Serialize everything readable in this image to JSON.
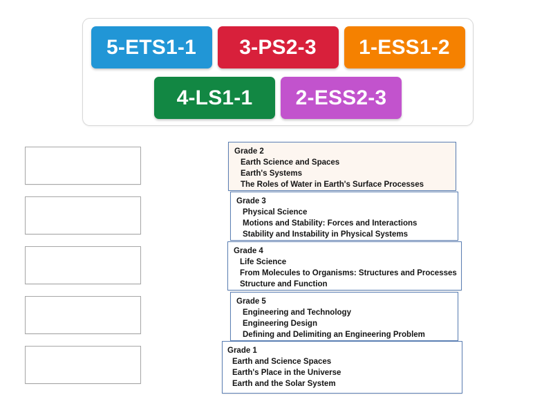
{
  "activity": {
    "type": "match-up-drag-and-drop",
    "title": "NGSS Standards Match Up"
  },
  "tray": {
    "rows": [
      [
        {
          "label": "5-ETS1-1",
          "color": "#2196d6"
        },
        {
          "label": "3-PS2-3",
          "color": "#d8203b"
        },
        {
          "label": "1-ESS1-2",
          "color": "#f58100"
        }
      ],
      [
        {
          "label": "4-LS1-1",
          "color": "#128743"
        },
        {
          "label": "2-ESS2-3",
          "color": "#c253cd"
        }
      ]
    ]
  },
  "drop_zones": [
    {
      "label": "",
      "index": 1
    },
    {
      "label": "",
      "index": 2
    },
    {
      "label": "",
      "index": 3
    },
    {
      "label": "",
      "index": 4
    },
    {
      "label": "",
      "index": 5
    }
  ],
  "answers": [
    {
      "title": "Grade 2",
      "lines": [
        "Earth Science and Spaces",
        "Earth's Systems",
        "The Roles of Water in Earth's Surface Processes"
      ]
    },
    {
      "title": "Grade 3",
      "lines": [
        "Physical Science",
        "Motions and Stability: Forces and Interactions",
        "Stability and Instability in Physical Systems"
      ]
    },
    {
      "title": "Grade 4",
      "lines": [
        "Life Science",
        "From Molecules to Organisms: Structures and Processes",
        "Structure and Function"
      ]
    },
    {
      "title": "Grade 5",
      "lines": [
        "Engineering and Technology",
        "Engineering Design",
        "Defining and Delimiting an Engineering Problem"
      ]
    },
    {
      "title": "Grade 1",
      "lines": [
        "Earth and Science Spaces",
        "Earth's Place in the Universe",
        "Earth and the Solar System"
      ]
    }
  ],
  "colors": {
    "tile_blue": "#2196d6",
    "tile_red": "#d8203b",
    "tile_orange": "#f58100",
    "tile_green": "#128743",
    "tile_purple": "#c253cd",
    "answer_border": "#5b7fb4",
    "dropzone_border": "#a6a6a6",
    "page_background": "#ffffff"
  }
}
